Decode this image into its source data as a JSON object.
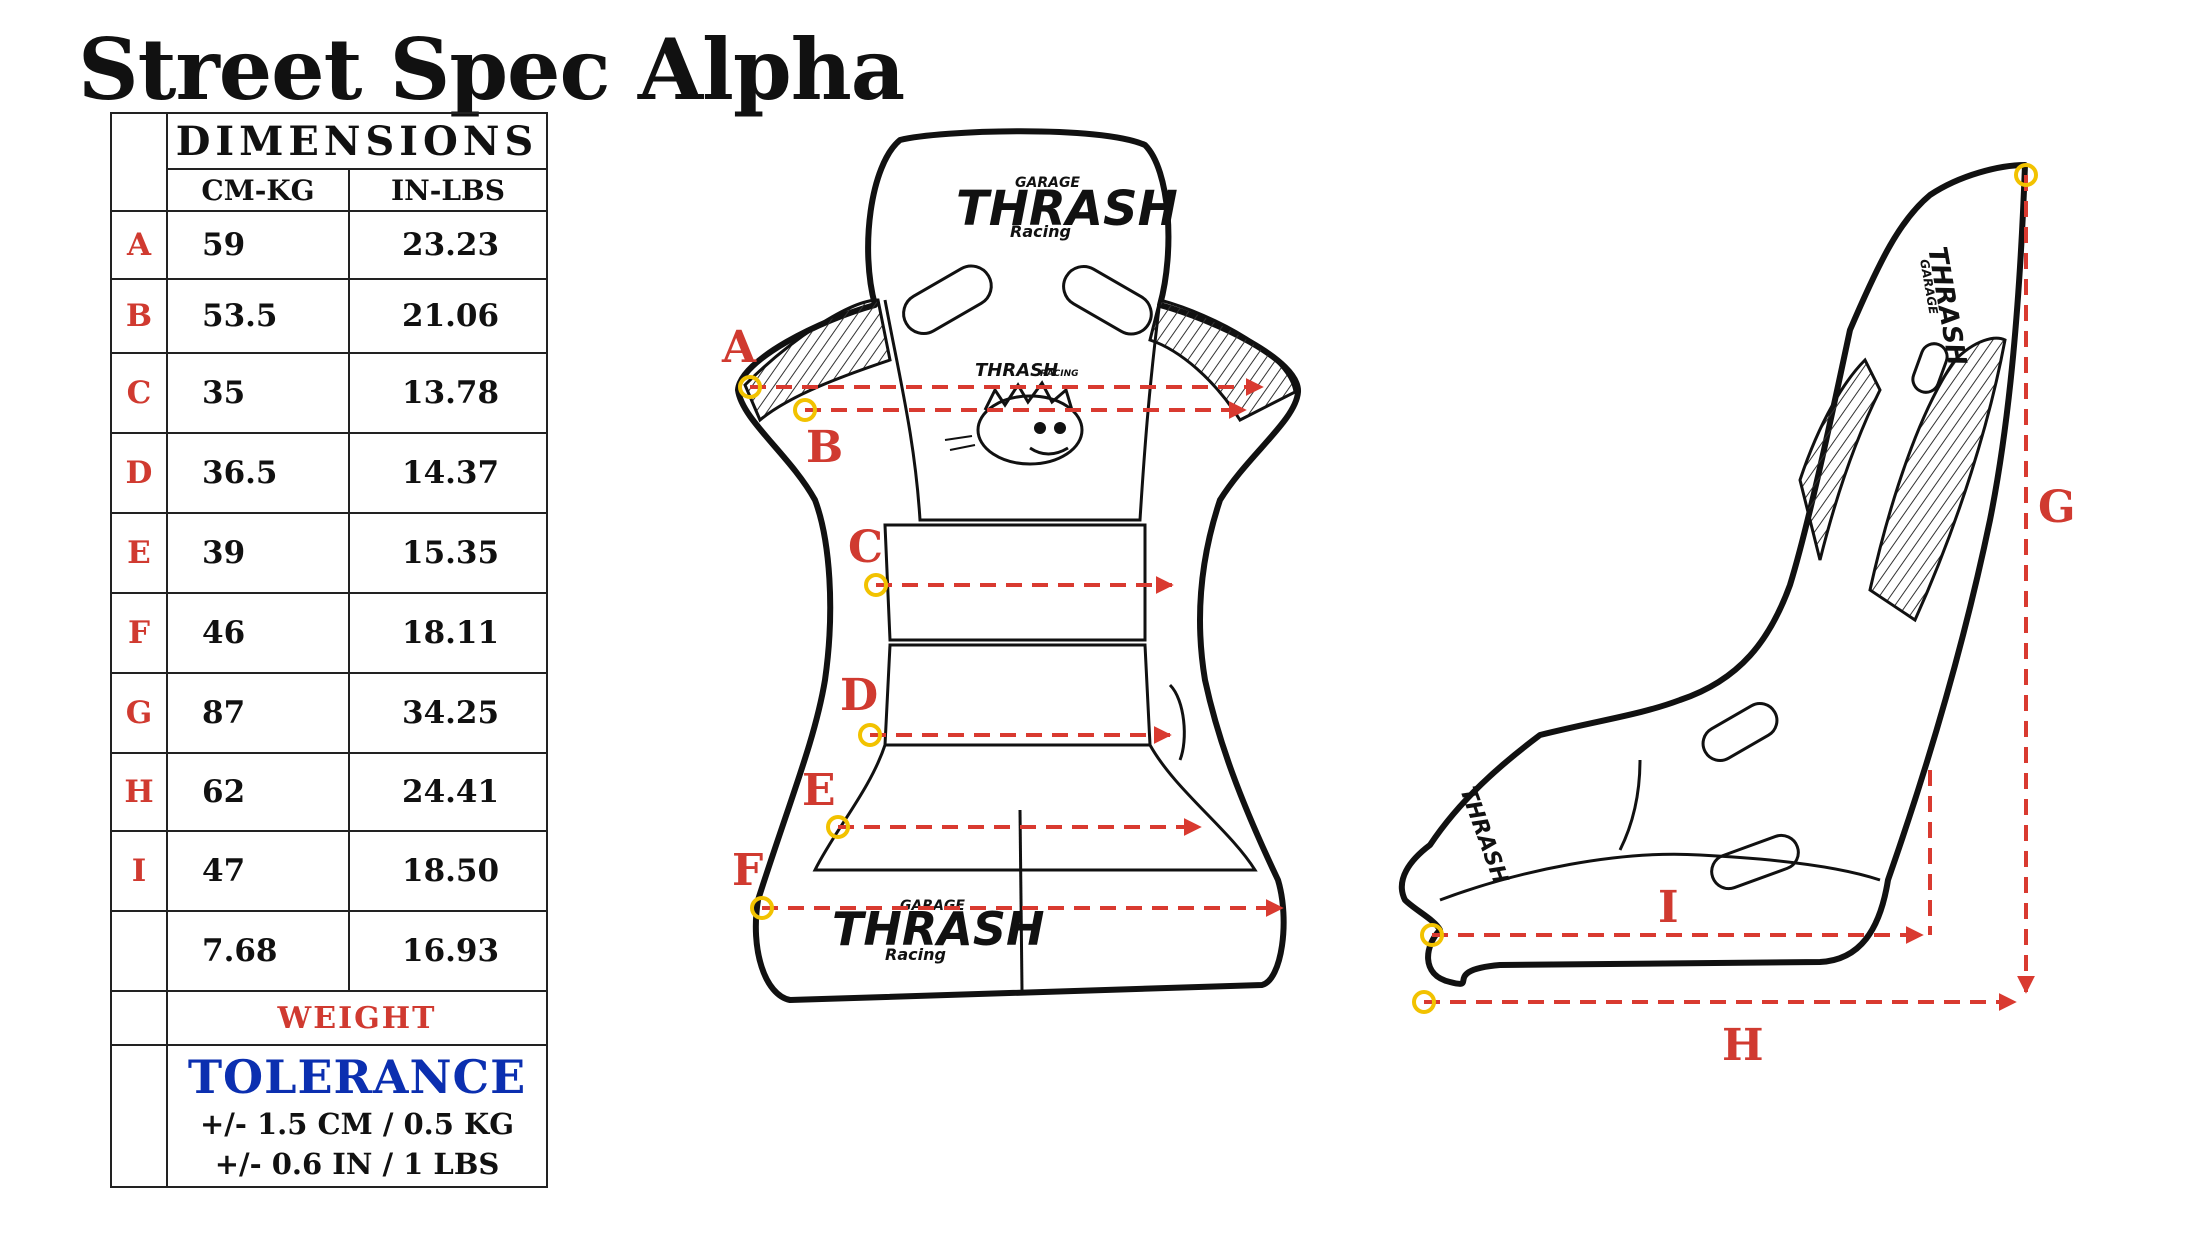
{
  "title": "Street Spec Alpha",
  "table": {
    "header": "DIMENSIONS",
    "col_cm": "CM-KG",
    "col_in": "IN-LBS",
    "rows": [
      {
        "label": "A",
        "cm": "59",
        "in": "23.23"
      },
      {
        "label": "B",
        "cm": "53.5",
        "in": "21.06"
      },
      {
        "label": "C",
        "cm": "35",
        "in": "13.78"
      },
      {
        "label": "D",
        "cm": "36.5",
        "in": "14.37"
      },
      {
        "label": "E",
        "cm": "39",
        "in": "15.35"
      },
      {
        "label": "F",
        "cm": "46",
        "in": "18.11"
      },
      {
        "label": "G",
        "cm": "87",
        "in": "34.25"
      },
      {
        "label": "H",
        "cm": "62",
        "in": "24.41"
      },
      {
        "label": "I",
        "cm": "47",
        "in": "18.50"
      }
    ],
    "weight_cm": "7.68",
    "weight_in": "16.93",
    "weight_label": "WEIGHT",
    "tolerance_title": "TOLERANCE",
    "tolerance_line1": "+/- 1.5 CM / 0.5 KG",
    "tolerance_line2": "+/- 0.6 IN / 1 LBS"
  },
  "diagram": {
    "labels": {
      "a": "A",
      "b": "B",
      "c": "C",
      "d": "D",
      "e": "E",
      "f": "F",
      "g": "G",
      "h": "H",
      "i": "I"
    },
    "logo": {
      "garage": "GARAGE",
      "thrash": "THRASH",
      "racing": "Racing",
      "small": "THRASH",
      "small_racing": "RACING"
    }
  },
  "colors": {
    "measure_line": "#d93a30",
    "label": "#d03a30",
    "point_marker": "#f2c200",
    "tolerance_title": "#0b2fb0"
  }
}
